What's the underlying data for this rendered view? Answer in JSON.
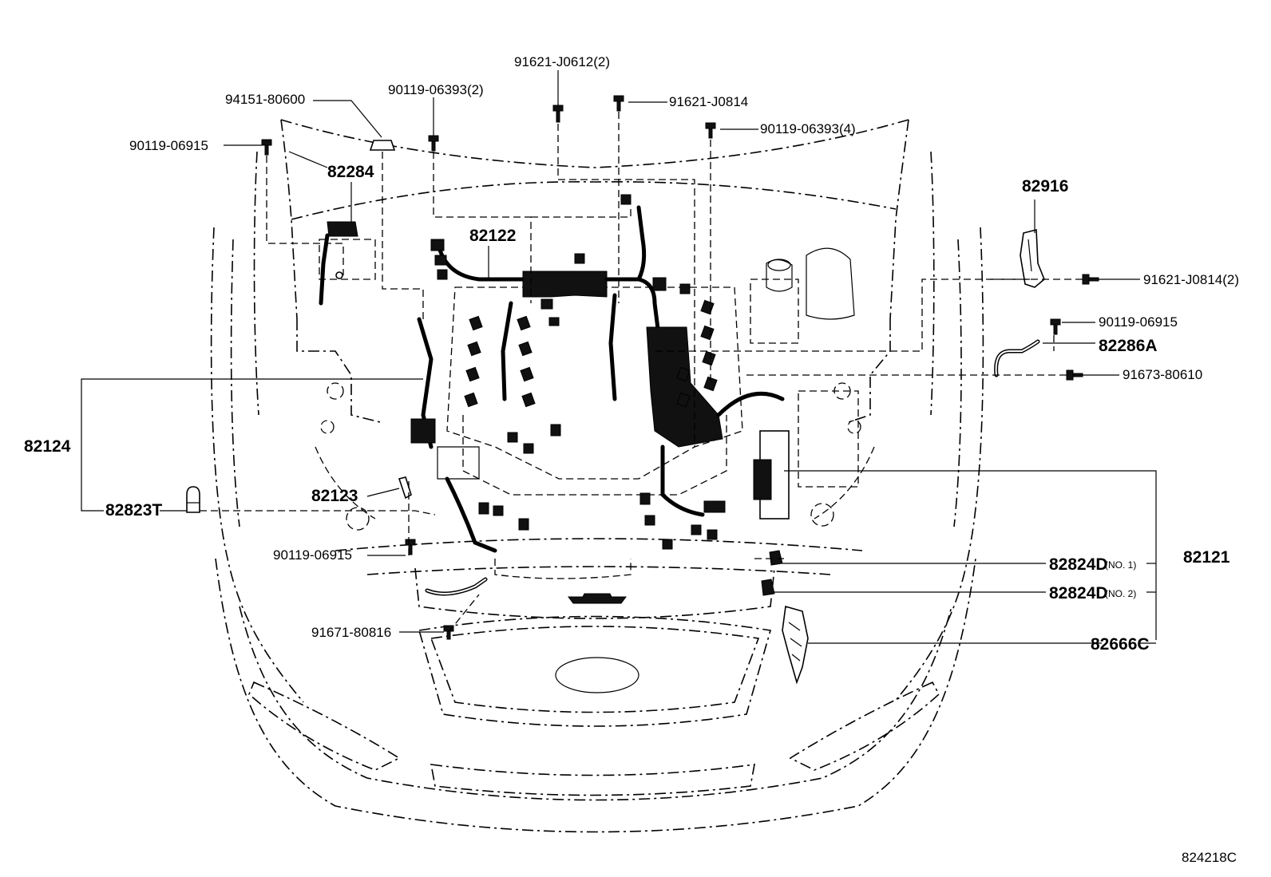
{
  "diagram": {
    "labels": {
      "p_91621_J0612": "91621-J0612(2)",
      "p_90119_06393_2": "90119-06393(2)",
      "p_94151_80600": "94151-80600",
      "p_91621_J0814_top": "91621-J0814",
      "p_90119_06393_4": "90119-06393(4)",
      "p_90119_06915_tl": "90119-06915",
      "p_82284": "82284",
      "p_82122": "82122",
      "p_82916": "82916",
      "p_91621_J0814_2": "91621-J0814(2)",
      "p_90119_06915_r": "90119-06915",
      "p_82286A": "82286A",
      "p_91673_80610": "91673-80610",
      "p_82124": "82124",
      "p_82823T": "82823T",
      "p_82123": "82123",
      "p_90119_06915_bl": "90119-06915",
      "p_82121": "82121",
      "p_82824D_1": "82824D",
      "p_82824D_1_note": "(NO. 1)",
      "p_82824D_2": "82824D",
      "p_82824D_2_note": "(NO. 2)",
      "p_82666C": "82666C",
      "p_91671_80816": "91671-80816",
      "drawing_code": "824218C"
    }
  }
}
